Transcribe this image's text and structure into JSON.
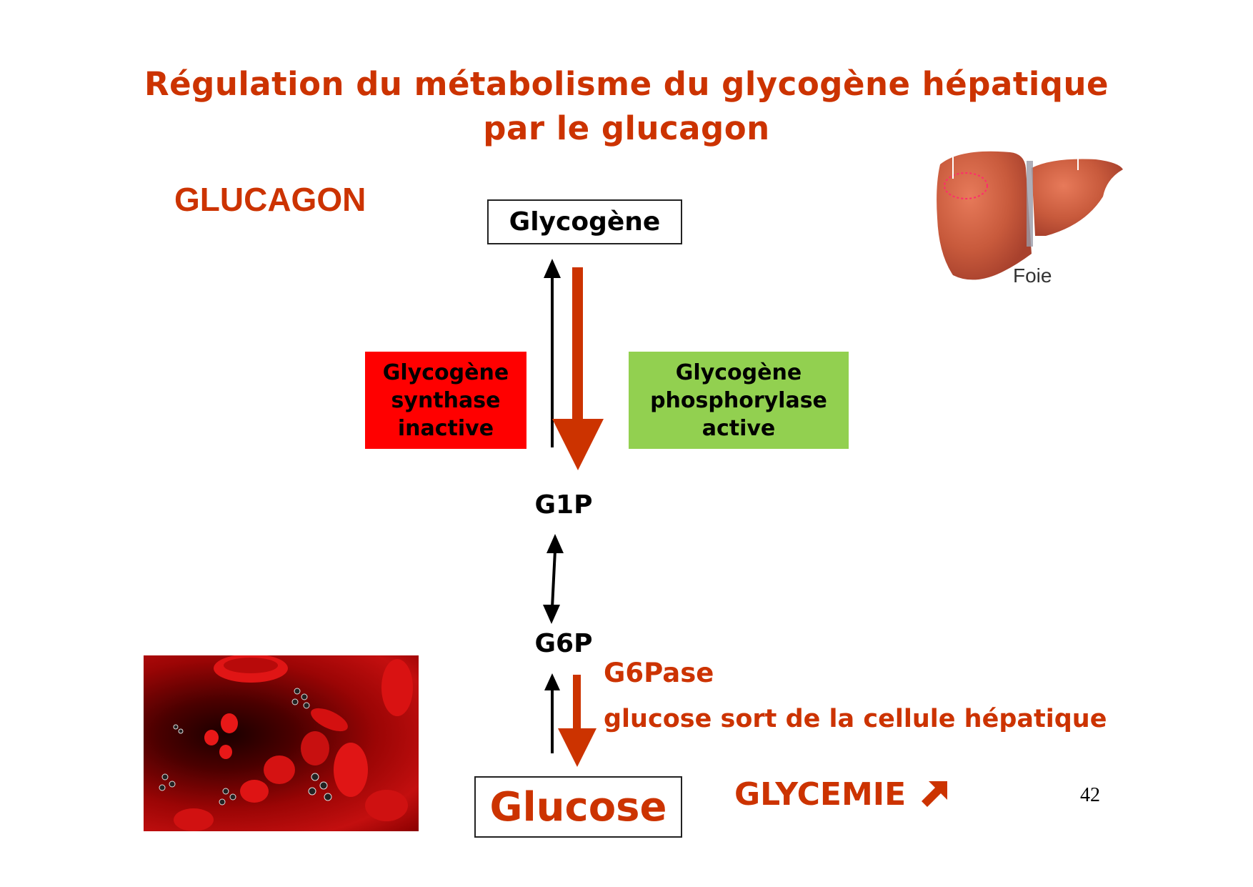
{
  "slide": {
    "title_line1": "Régulation du métabolisme du glycogène hépatique",
    "title_line2": "par le glucagon",
    "hormone_label": "GLUCAGON",
    "page_number": "42"
  },
  "pathway": {
    "glycogen_label": "Glycogène",
    "g1p_label": "G1P",
    "g6p_label": "G6P",
    "glucose_label": "Glucose",
    "enzymes": [
      {
        "line1": "Glycogène",
        "line2": "synthase",
        "line3": "inactive",
        "color": "#ff0000",
        "state": "inactive"
      },
      {
        "line1": "Glycogène",
        "line2": "phosphorylase",
        "line3": "active",
        "color": "#92d050",
        "state": "active"
      }
    ],
    "g6pase_label": "G6Pase",
    "exit_note": "glucose sort de la cellule hépatique"
  },
  "outcome": {
    "label": "GLYCEMIE",
    "trend_icon": "arrow-up-right-icon"
  },
  "images": {
    "liver_caption": "Foie",
    "liver_icon": "liver-illustration",
    "blood_icon": "blood-vessel-glucose-illustration"
  },
  "colors": {
    "accent": "#cc3300",
    "enzyme_inactive": "#ff0000",
    "enzyme_active": "#92d050",
    "text": "#000000"
  }
}
